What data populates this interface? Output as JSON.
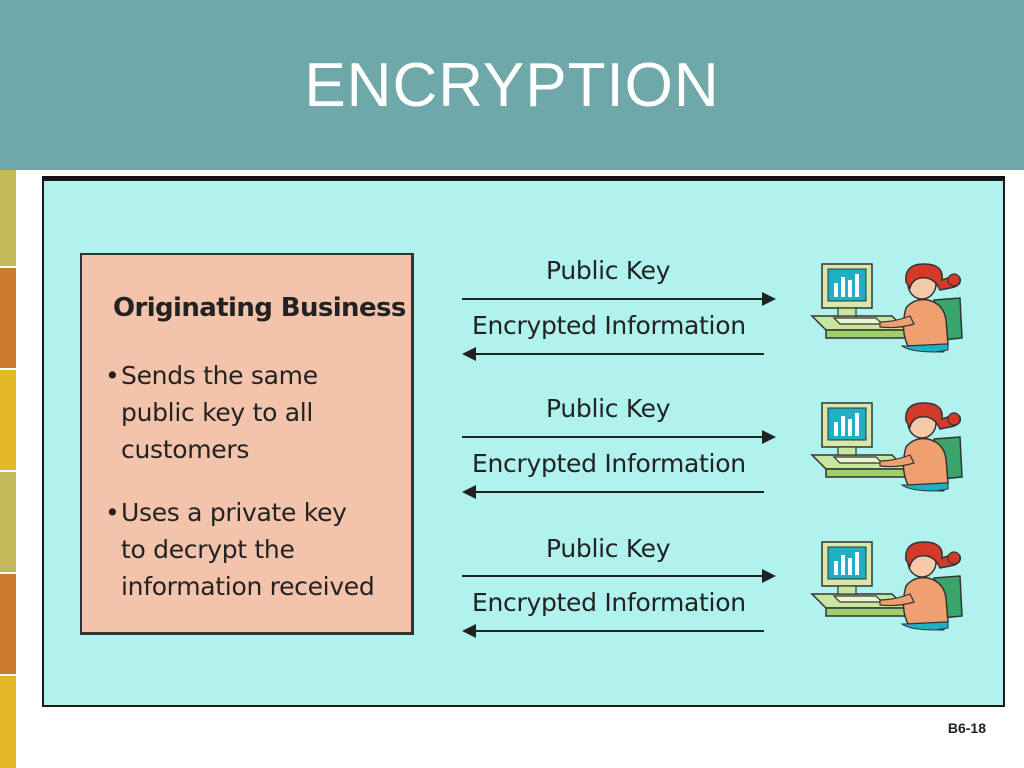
{
  "slide": {
    "title": "ENCRYPTION",
    "slide_number": "B6-18",
    "colors": {
      "header": "#6fa8a8",
      "panel": "#b0f2ee",
      "origin_box": "#f4c3ab",
      "stripe_colors": [
        "#c4b85a",
        "#cc7a2e",
        "#e1b928",
        "#c4b85a",
        "#cc7a2e",
        "#e1b928",
        "#e1b928"
      ]
    }
  },
  "originating_business": {
    "heading": "Originating Business",
    "bullets": [
      {
        "marker": "•",
        "text": "Sends the same\npublic key to all\ncustomers"
      },
      {
        "marker": "•",
        "text": "Uses a private key\nto decrypt the\ninformation received"
      }
    ]
  },
  "customers": [
    {
      "top_label": "Public Key",
      "bottom_label": "Encrypted Information",
      "icon": "customer-computer-icon"
    },
    {
      "top_label": "Public Key",
      "bottom_label": "Encrypted Information",
      "icon": "customer-computer-icon"
    },
    {
      "top_label": "Public Key",
      "bottom_label": "Encrypted Information",
      "icon": "customer-computer-icon"
    }
  ]
}
